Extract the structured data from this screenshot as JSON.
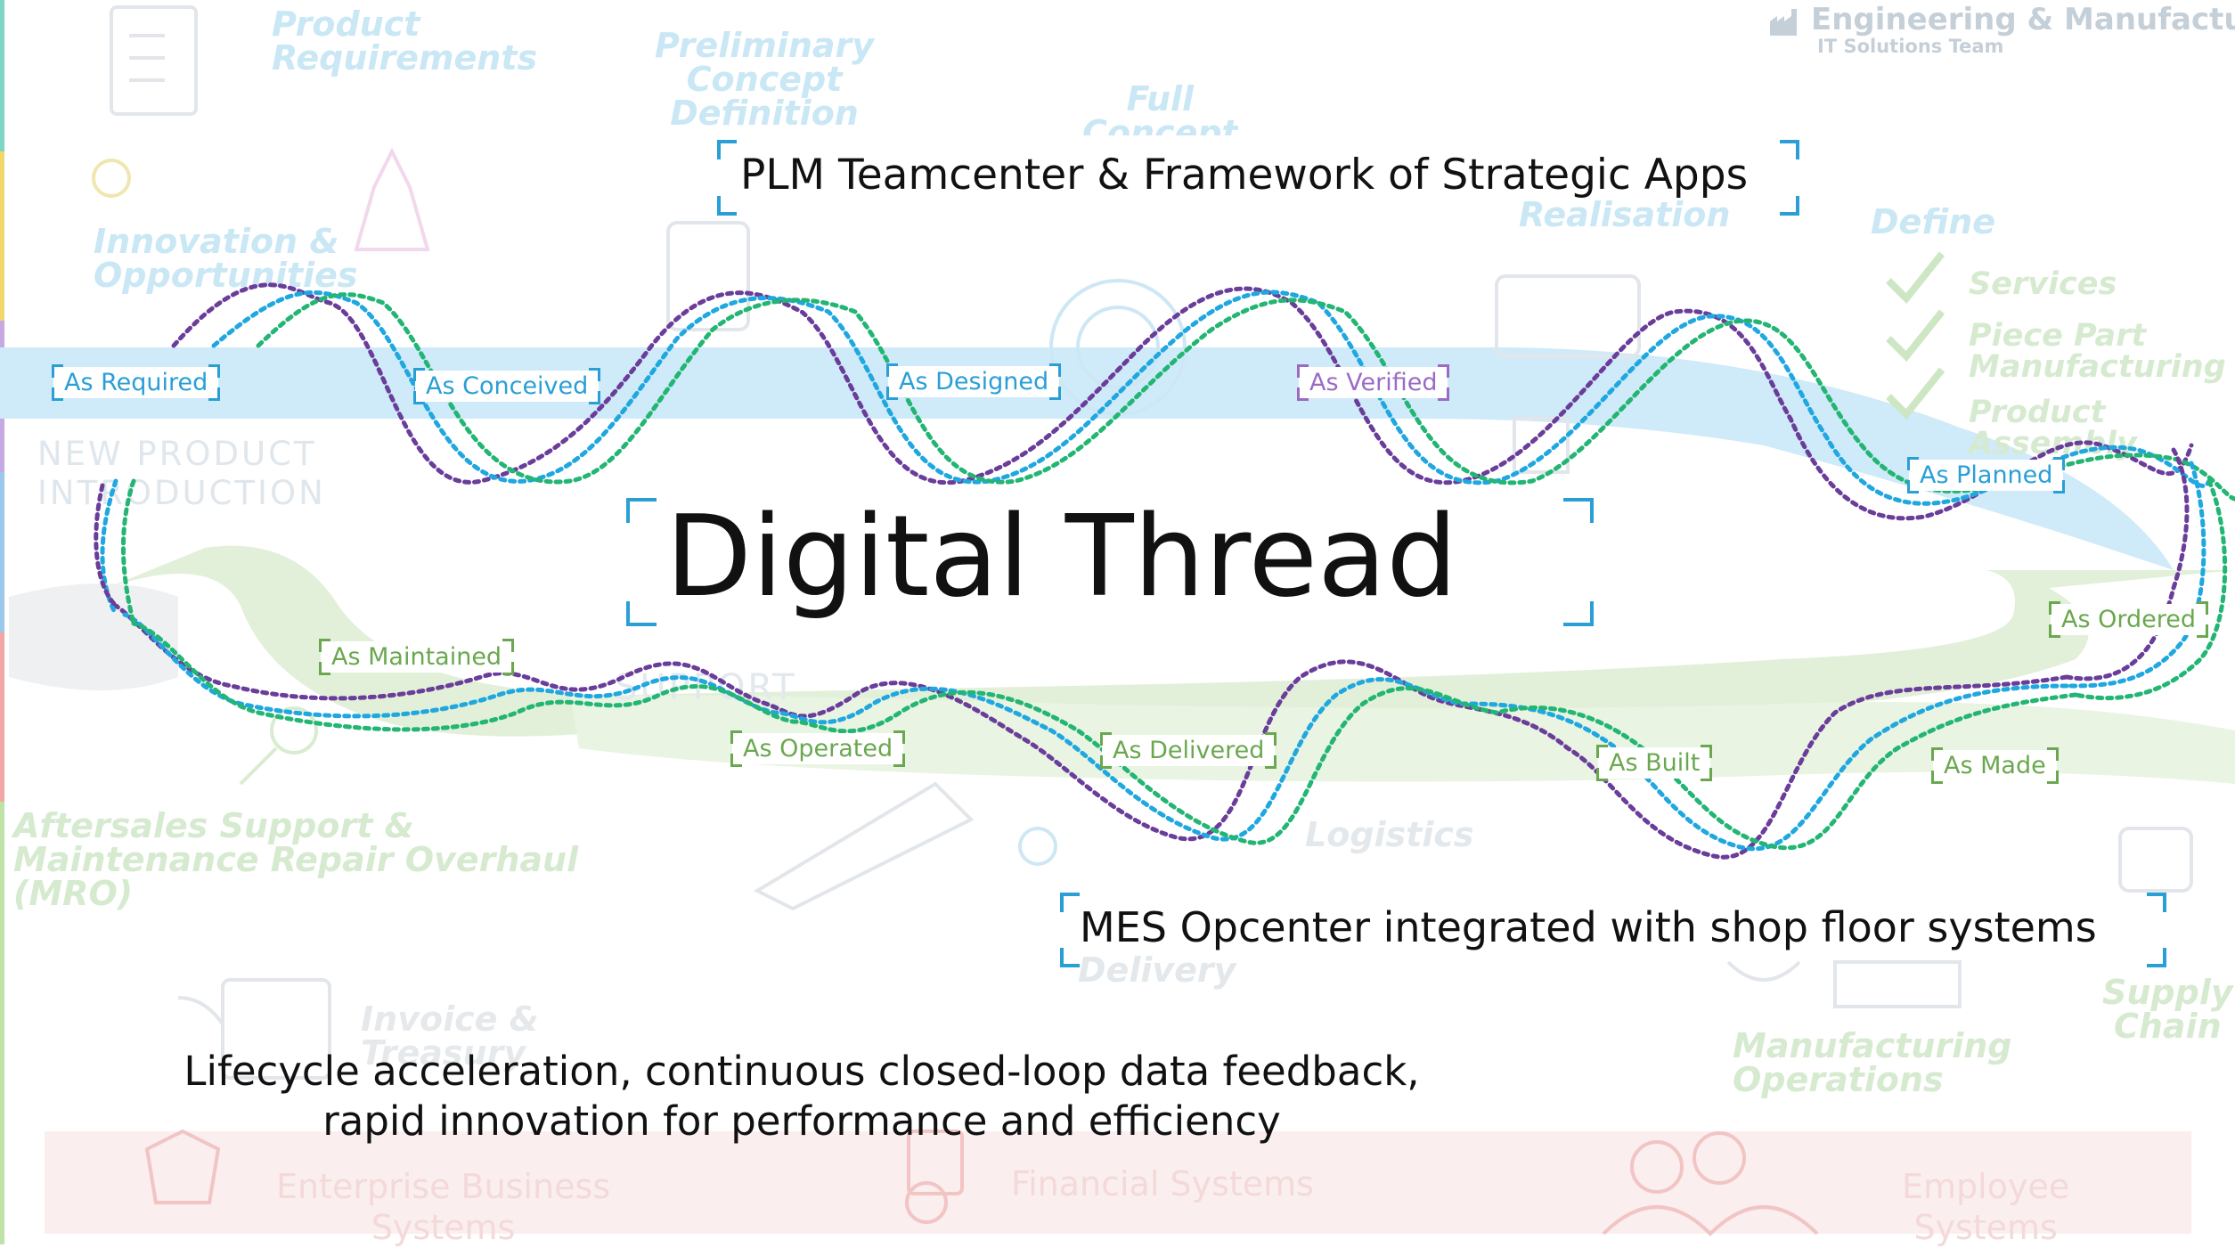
{
  "header": {
    "team_title": "Engineering & Manufacturing",
    "team_subtitle": "IT Solutions Team"
  },
  "main": {
    "title": "Digital Thread",
    "plm_caption": "PLM Teamcenter & Framework of Strategic Apps",
    "mes_caption": "MES Opcenter integrated with shop floor systems",
    "tagline_line1": "Lifecycle acceleration, continuous closed-loop data feedback,",
    "tagline_line2": "rapid innovation for performance and efficiency"
  },
  "stages": {
    "as_required": "As Required",
    "as_conceived": "As Conceived",
    "as_designed": "As Designed",
    "as_verified": "As Verified",
    "as_planned": "As Planned",
    "as_ordered": "As Ordered",
    "as_made": "As Made",
    "as_built": "As Built",
    "as_delivered": "As Delivered",
    "as_operated": "As Operated",
    "as_maintained": "As Maintained"
  },
  "background": {
    "product_requirements": "Product\nRequirements",
    "preliminary_concept": "Preliminary\nConcept\nDefinition",
    "full_concept": "Full\nConcept",
    "realisation": "Realisation",
    "define": "Define",
    "services": "Services",
    "piece_part": "Piece Part\nManufacturing",
    "product_assembly": "Product Assembly",
    "innovation": "Innovation &\nOpportunities",
    "npi": "NEW PRODUCT\nINTRODUCTION",
    "support": "SUPPORT",
    "aftersales": "Aftersales Support &\nMaintenance Repair Overhaul\n(MRO)",
    "logistics": "Logistics",
    "delivery": "Delivery",
    "supply_chain": "Supply\nChain",
    "invoice": "Invoice &\nTreasury",
    "manufacturing_ops": "Manufacturing\nOperations",
    "enterprise_systems": "Enterprise Business\nSystems",
    "financial_systems": "Financial Systems",
    "employee_systems": "Employee\nSystems"
  },
  "colors": {
    "accent_blue": "#2a9fd6",
    "accent_green": "#6aa84f",
    "accent_purple": "#9b6bc4",
    "strand_purple": "#6a3d9a",
    "strand_blue": "#1fa7e0",
    "strand_green": "#22b573",
    "band_blue": "#cfeaf8",
    "band_green": "#e2f0d9"
  }
}
